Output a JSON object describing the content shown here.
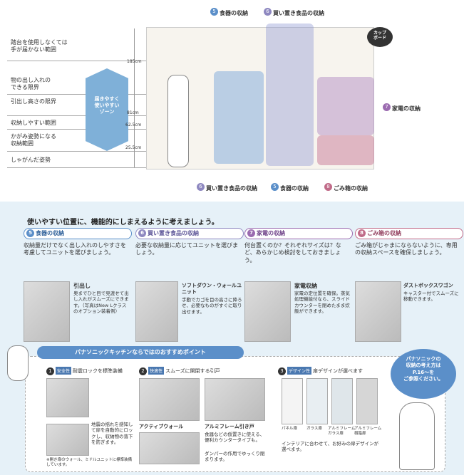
{
  "heights": [
    {
      "text": "踏台を使用しなくては\n手が届かない範囲"
    },
    {
      "text": "物の出し入れの\nできる限界"
    },
    {
      "text": "引出し高さの限界"
    },
    {
      "text": "収納しやすい範囲"
    },
    {
      "text": "かがみ姿勢になる\n収納範囲"
    },
    {
      "text": "しゃがんだ姿勢"
    }
  ],
  "zone_label": "届きやすく\n使いやすい\nゾーン",
  "marks": [
    "185cm",
    "81cm",
    "62.5cm",
    "25.5cm"
  ],
  "cupboard": "カップ\nボード",
  "top_labels": [
    "食器の収納",
    "買い置き食品の収納"
  ],
  "top_nums": [
    "5",
    "6"
  ],
  "right_labels": [
    {
      "num": "7",
      "text": "家電の収納"
    }
  ],
  "bottom_labels": [
    {
      "num": "6",
      "text": "買い置き食品の収納"
    },
    {
      "num": "5",
      "text": "食器の収納"
    },
    {
      "num": "8",
      "text": "ごみ箱の収納"
    }
  ],
  "headline": "使いやすい位置に、機能的にしまえるように考えましょう。",
  "cards": [
    {
      "num": "5",
      "title": "食器の収納",
      "body": "収納量だけでなく出し入れのしやすさを考慮してユニットを選びましょう。",
      "cap_title": "引出し",
      "cap": "奥までひと目で見渡せて出し入れがスムーズにできます。（写真はNew Lクラスのオプション装着例）"
    },
    {
      "num": "6",
      "title": "買い置き食品の収納",
      "body": "必要な収納量に応じてユニットを選びましょう。",
      "cap_title": "ソフトダウン・ウォールユニット",
      "cap": "手動でカゴを目の高さに降ろせ、必要なものがすぐに取り出せます。"
    },
    {
      "num": "7",
      "title": "家電の収納",
      "body": "何台置くのか？それぞれサイズは？など、あらかじめ検討をしておきましょう。",
      "cap_title": "家電収納",
      "cap": "家電の定位置を確保。蒸気処理機能付なら、スライドカウンターを閉めたまま炊飯ができます。"
    },
    {
      "num": "8",
      "title": "ごみ箱の収納",
      "body": "ごみ箱がじゃまにならないように、専用の収納スペースを確保しましょう。",
      "cap_title": "ダストボックスワゴン",
      "cap": "キャスター付でスムーズに移動できます。"
    }
  ],
  "banner": "パナソニックキッチンならではのおすすめポイント",
  "points": [
    {
      "num": "1",
      "tag": "安全性",
      "title": "耐震ロックを標準装備",
      "text": "地震の揺れを感知して扉を自動的にロックし、収納物の落下を防ぎます。",
      "note": "※開き扉のウォール、ミドルユニットに標準装備しています。"
    },
    {
      "num": "2",
      "tag": "快適性",
      "title": "スムーズに開閉する引戸",
      "cap1": "アクティブウォール",
      "cap2": "アルミフレーム引き戸",
      "cap2b": "食器などの仮置きに使える、便利カウンタータイプも。",
      "cap3": "ダンパーの作用でゆっくり閉まります。"
    },
    {
      "num": "3",
      "tag": "デザイン性",
      "title": "扉デザインが選べます",
      "doors": [
        "パネル扉",
        "ガラス扉",
        "アルミフレーム\nガラス扉",
        "アルミフレーム\n樹脂扉"
      ],
      "text": "インテリアに合わせて、お好みの扉デザインが選べます。"
    }
  ],
  "bubble": "パナソニックの\n収納の考え方は\nP.16〜を\nご参照ください。"
}
